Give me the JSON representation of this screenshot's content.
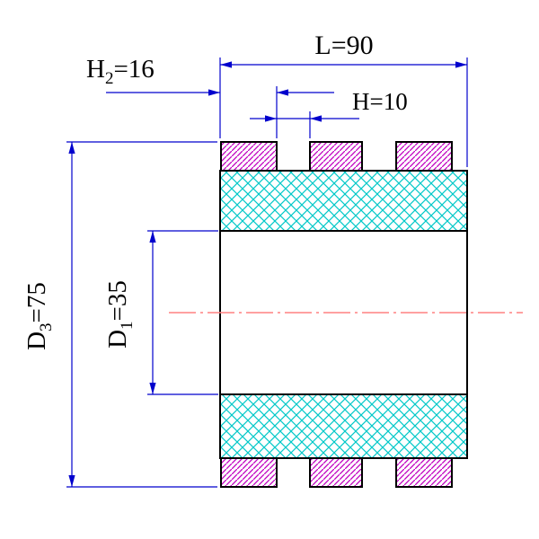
{
  "drawing": {
    "type": "technical-section-drawing of a ribbed bushing / roller",
    "labels": {
      "length": "L=90",
      "h2_prefix": "H",
      "h2_sub": "2",
      "h2_suffix": "=16",
      "h": "H=10",
      "d3_prefix": "D",
      "d3_sub": "3",
      "d3_suffix": "=75",
      "d1_prefix": "D",
      "d1_sub": "1",
      "d1_suffix": "=35"
    },
    "values": {
      "L": 90,
      "H2": 16,
      "H": 10,
      "D3": 75,
      "D1": 35
    },
    "colors": {
      "dimension_lines": "#0000cd",
      "outline": "#000000",
      "rib_hatch": "#c000c0",
      "lattice_hatch": "#00c8c8",
      "centerline": "#ff8080",
      "background": "#ffffff"
    }
  }
}
